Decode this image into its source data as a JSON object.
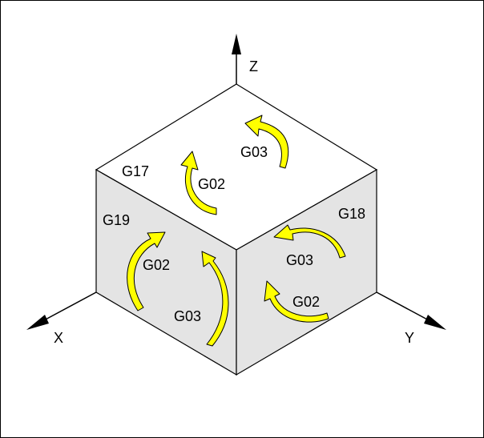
{
  "axes": {
    "x_label": "X",
    "y_label": "Y",
    "z_label": "Z"
  },
  "planes": {
    "top": "G17",
    "left": "G19",
    "right": "G18"
  },
  "arcs": {
    "top_g03": "G03",
    "top_g02": "G02",
    "left_g02": "G02",
    "left_g03": "G03",
    "right_g03": "G03",
    "right_g02": "G02"
  },
  "colors": {
    "arrow_fill": "#ffff00",
    "face_top": "#ffffff",
    "face_side": "#e4e4e4",
    "stroke": "#000000"
  }
}
